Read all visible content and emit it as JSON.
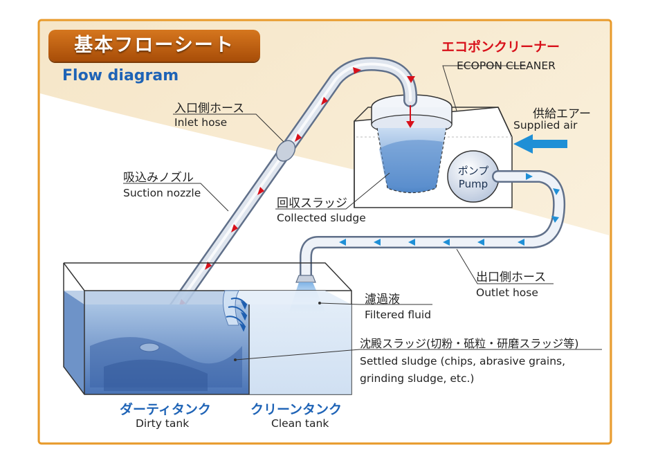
{
  "title": {
    "jp": "基本フローシート",
    "en": "Flow diagram"
  },
  "machine": {
    "jp": "エコポンクリーナー",
    "en": "ECOPON CLEANER"
  },
  "supplied_air": {
    "jp": "供給エアー",
    "en": "Supplied air"
  },
  "inlet_hose": {
    "jp": "入口側ホース",
    "en": "Inlet hose"
  },
  "suction_nozzle": {
    "jp": "吸込みノズル",
    "en": "Suction nozzle"
  },
  "collected_sludge": {
    "jp": "回収スラッジ",
    "en": "Collected sludge"
  },
  "pump": {
    "jp": "ポンプ",
    "en": "Pump"
  },
  "outlet_hose": {
    "jp": "出口側ホース",
    "en": "Outlet hose"
  },
  "filtered_fluid": {
    "jp": "濾過液",
    "en": "Filtered fluid"
  },
  "settled_sludge": {
    "jp": "沈殿スラッジ(切粉・砥粒・研磨スラッジ等)",
    "en_line1": "Settled sludge (chips, abrasive grains,",
    "en_line2": "grinding sludge, etc.)"
  },
  "dirty_tank": {
    "jp": "ダーティタンク",
    "en": "Dirty tank"
  },
  "clean_tank": {
    "jp": "クリーンタンク",
    "en": "Clean tank"
  },
  "colors": {
    "frame": "#e89a2a",
    "badge": "#c2621a",
    "accent_red": "#d8101a",
    "accent_blue": "#1e63b6",
    "air_arrow": "#1f8fd6"
  }
}
